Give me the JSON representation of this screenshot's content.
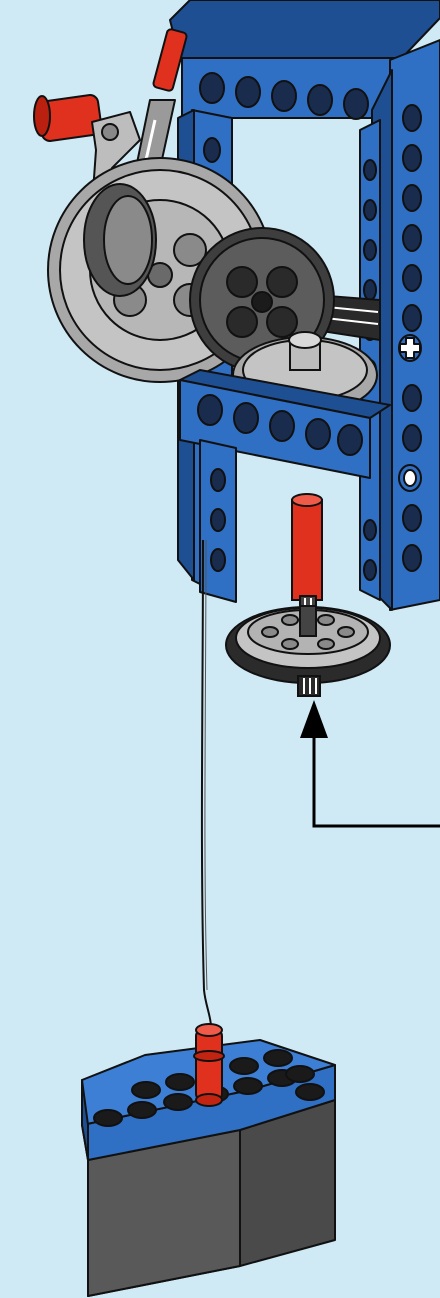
{
  "scene": {
    "background_color": "#cfe9f5",
    "parts": [
      "blue-frame",
      "red-crank-handle",
      "large-gear",
      "dark-gear",
      "small-gear",
      "red-axle",
      "pulley-wheel",
      "string",
      "brick-weight"
    ],
    "colors": {
      "frame_blue": "#2f6fc4",
      "frame_blue_dark": "#1f4f93",
      "red": "#e0301e",
      "gear_light": "#c4c4c4",
      "gear_dark": "#5c5c5c",
      "wheel_black": "#2b2b2b",
      "brick_dark": "#4a4a4a",
      "outline": "#111111"
    }
  },
  "arrow": {
    "direction": "up",
    "color": "#000000"
  }
}
